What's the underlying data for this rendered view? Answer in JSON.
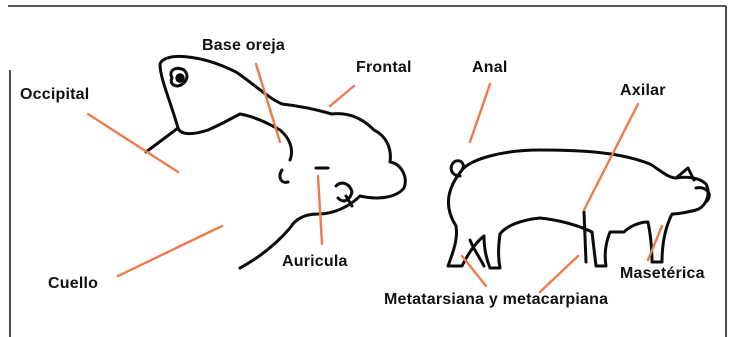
{
  "labels": {
    "base_oreja": "Base oreja",
    "frontal": "Frontal",
    "occipital": "Occipital",
    "cuello": "Cuello",
    "auricula": "Auricula",
    "anal": "Anal",
    "axilar": "Axilar",
    "maseterica": "Masetérica",
    "metatarsiana": "Metatarsiana y metacarpiana"
  },
  "colors": {
    "leader_line": "#ee7b4a",
    "outline": "#0b0b0b",
    "frame": "#222222",
    "background": "#ffffff"
  }
}
